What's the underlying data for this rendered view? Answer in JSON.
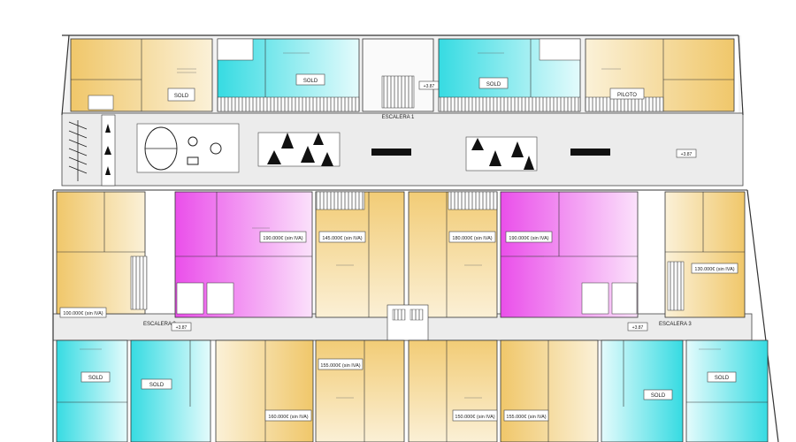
{
  "labels": {
    "stair_1": "ESCALERA 1",
    "stair_2": "ESCALERA 2",
    "stair_3": "ESCALERA 3",
    "level_a": "+3.87",
    "level_b": "+3.87",
    "level_c": "+3.87",
    "level_d": "+3.87"
  },
  "units": [
    {
      "id": "top-left",
      "status": "SOLD",
      "color": "#f3d38a"
    },
    {
      "id": "top-cyan-1",
      "status": "SOLD",
      "color": "#4fe0e6"
    },
    {
      "id": "top-cyan-2",
      "status": "SOLD",
      "color": "#4fe0e6"
    },
    {
      "id": "top-right",
      "status": "PILOTO",
      "color": "#f3d38a"
    },
    {
      "id": "mid-left",
      "status": "100.000€ (sin IVA)",
      "color": "#f3d38a"
    },
    {
      "id": "mid-pink-1",
      "status": "190.000€ (sin IVA)",
      "color": "#ee66ee"
    },
    {
      "id": "mid-gold-1",
      "status": "145.000€ (sin IVA)",
      "color": "#f3c76a"
    },
    {
      "id": "mid-gold-2",
      "status": "180.000€ (sin IVA)",
      "color": "#f3c76a"
    },
    {
      "id": "mid-pink-2",
      "status": "190.000€ (sin IVA)",
      "color": "#ee66ee"
    },
    {
      "id": "mid-right",
      "status": "130.000€ (sin IVA)",
      "color": "#f3d38a"
    },
    {
      "id": "low-cyan-1",
      "status": "SOLD",
      "color": "#4fe0e6"
    },
    {
      "id": "low-cyan-2",
      "status": "SOLD",
      "color": "#4fe0e6"
    },
    {
      "id": "low-gold-1",
      "status": "160.000€ (sin IVA)",
      "color": "#f3c76a"
    },
    {
      "id": "low-gold-2",
      "status": "155.000€ (sin IVA)",
      "color": "#f3c76a"
    },
    {
      "id": "low-gold-3",
      "status": "150.000€ (sin IVA)",
      "color": "#f3c76a"
    },
    {
      "id": "low-gold-4",
      "status": "155.000€ (sin IVA)",
      "color": "#f3c76a"
    },
    {
      "id": "low-cyan-3",
      "status": "SOLD",
      "color": "#4fe0e6"
    },
    {
      "id": "low-cyan-4",
      "status": "SOLD",
      "color": "#4fe0e6"
    }
  ],
  "colors": {
    "wall": "#333333",
    "corridor": "#e9e9e9",
    "white": "#ffffff",
    "tree": "#111111"
  }
}
